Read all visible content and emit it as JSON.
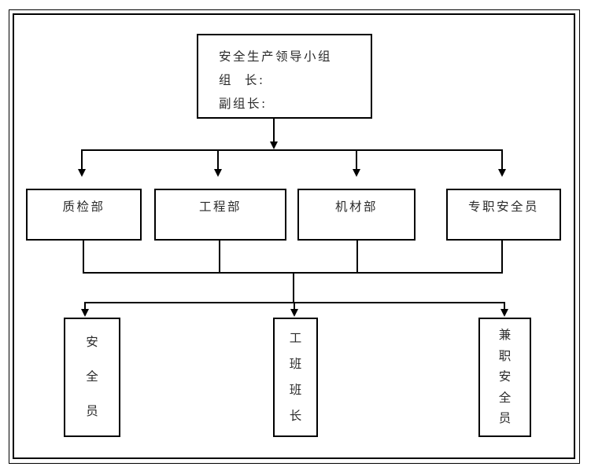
{
  "diagram": {
    "title_text": "安全生产领导小组",
    "type": "organization-chart",
    "root": {
      "name": "safety-production-leading-group",
      "lines": [
        "安全生产领导小组",
        "组  长:",
        "副组长:"
      ]
    },
    "departments": [
      {
        "name": "quality-inspection-dept",
        "label": "质检部"
      },
      {
        "name": "engineering-dept",
        "label": "工程部"
      },
      {
        "name": "machinery-material-dept",
        "label": "机材部"
      },
      {
        "name": "full-time-safety-officer",
        "label": "专职安全员"
      }
    ],
    "roles": [
      {
        "name": "safety-officer",
        "label": "安全员",
        "chars": [
          "安",
          "全",
          "员"
        ]
      },
      {
        "name": "work-team-leader",
        "label": "工班班长",
        "chars": [
          "工",
          "班",
          "班",
          "长"
        ]
      },
      {
        "name": "part-time-safety-officer",
        "label": "兼职安全员",
        "chars": [
          "兼",
          "职",
          "安",
          "全",
          "员"
        ]
      }
    ],
    "colors": {
      "line": "#000000",
      "box_border": "#000000",
      "background": "#ffffff",
      "text": "#2b2b2b"
    }
  }
}
